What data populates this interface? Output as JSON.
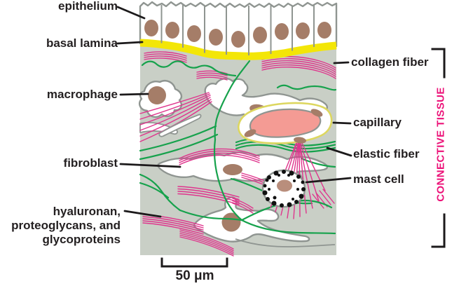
{
  "figure": {
    "type": "connective-tissue-illustration",
    "labels": {
      "epithelium": "epithelium",
      "basal_lamina": "basal lamina",
      "macrophage": "macrophage",
      "fibroblast": "fibroblast",
      "hyaluronan_line1": "hyaluronan,",
      "hyaluronan_line2": "proteoglycans, and",
      "hyaluronan_line3": "glycoproteins",
      "collagen_fiber": "collagen fiber",
      "capillary": "capillary",
      "elastic_fiber": "elastic fiber",
      "mast_cell": "mast cell",
      "connective_tissue": "CONNECTIVE TISSUE",
      "scale_bar": "50 μm"
    }
  },
  "colors": {
    "tissue_background": "#c9cfc6",
    "cell_outline_gray": "#8f9591",
    "nucleus_brown": "#a57d68",
    "mast_nucleus_brown": "#b98e7c",
    "collagen_magenta": "#df358d",
    "elastic_green": "#16a24c",
    "basal_lamina_yellow": "#f3e607",
    "capillary_lamina_yellow": "#ddd75f",
    "capillary_lumen_pink": "#f49b94",
    "label_text": "#231f20",
    "connective_tissue_text": "#ec1178"
  }
}
